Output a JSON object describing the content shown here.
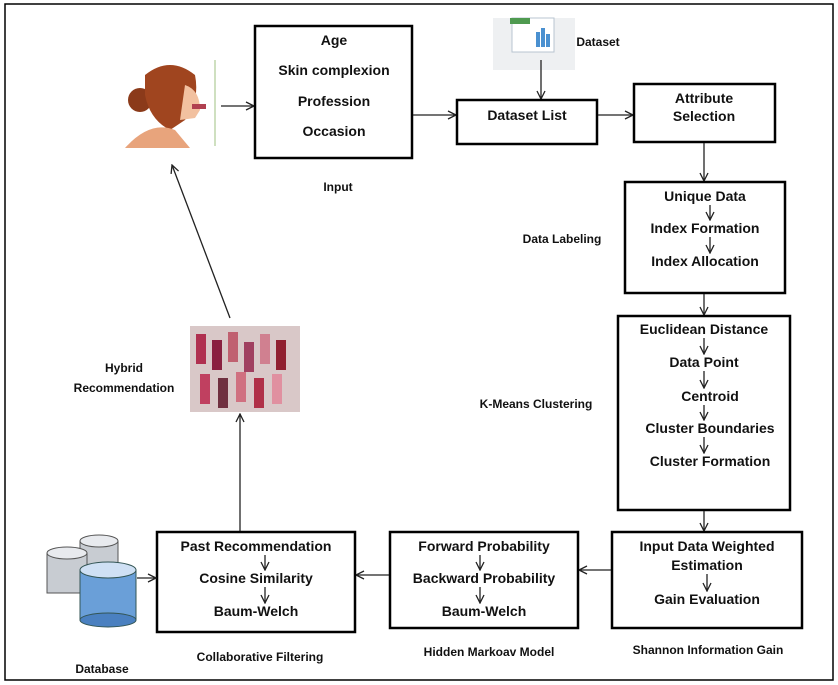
{
  "input": {
    "items": [
      "Age",
      "Skin complexion",
      "Profession",
      "Occasion"
    ],
    "label": "Input"
  },
  "dataset": {
    "label": "Dataset",
    "list": "Dataset List"
  },
  "attribute": {
    "line1": "Attribute",
    "line2": "Selection"
  },
  "data_labeling": {
    "items": [
      "Unique Data",
      "Index Formation",
      "Index Allocation"
    ],
    "label": "Data Labeling"
  },
  "kmeans": {
    "items": [
      "Euclidean Distance",
      "Data Point",
      "Centroid",
      "Cluster Boundaries",
      "Cluster Formation"
    ],
    "label": "K-Means Clustering"
  },
  "shannon": {
    "items": [
      "Input Data Weighted",
      "Estimation",
      "Gain Evaluation"
    ],
    "label": "Shannon Information Gain"
  },
  "hmm": {
    "items": [
      "Forward Probability",
      "Backward Probability",
      "Baum-Welch"
    ],
    "label": "Hidden Markoav Model"
  },
  "cf": {
    "items": [
      "Past Recommendation",
      "Cosine Similarity",
      "Baum-Welch"
    ],
    "label": "Collaborative Filtering"
  },
  "database": {
    "label": "Database"
  },
  "hybrid": {
    "line1": "Hybrid",
    "line2": "Recommendation"
  }
}
